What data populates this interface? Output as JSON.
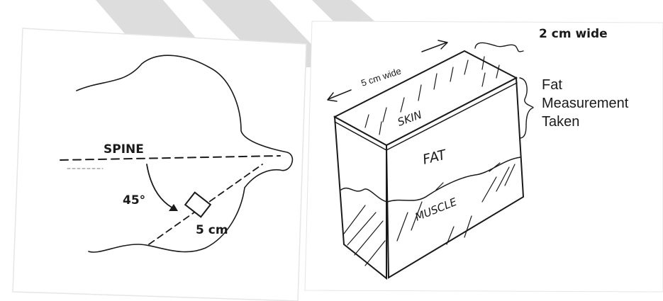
{
  "left_panel": {
    "spine_label": "SPINE",
    "angle_label": "45°",
    "distance_label": "5 cm"
  },
  "right_panel": {
    "width_label_top": "2 cm wide",
    "length_label": "5 cm wide",
    "skin_label": "SKIN",
    "fat_label": "FAT",
    "muscle_label": "MUSCLE",
    "fat_measurement_label": [
      "Fat",
      "Measurement",
      "Taken"
    ]
  },
  "colors": {
    "ink": "#1a1a1a",
    "watermark": "#d9d9d9",
    "panel_border": "#e6e6e6"
  }
}
